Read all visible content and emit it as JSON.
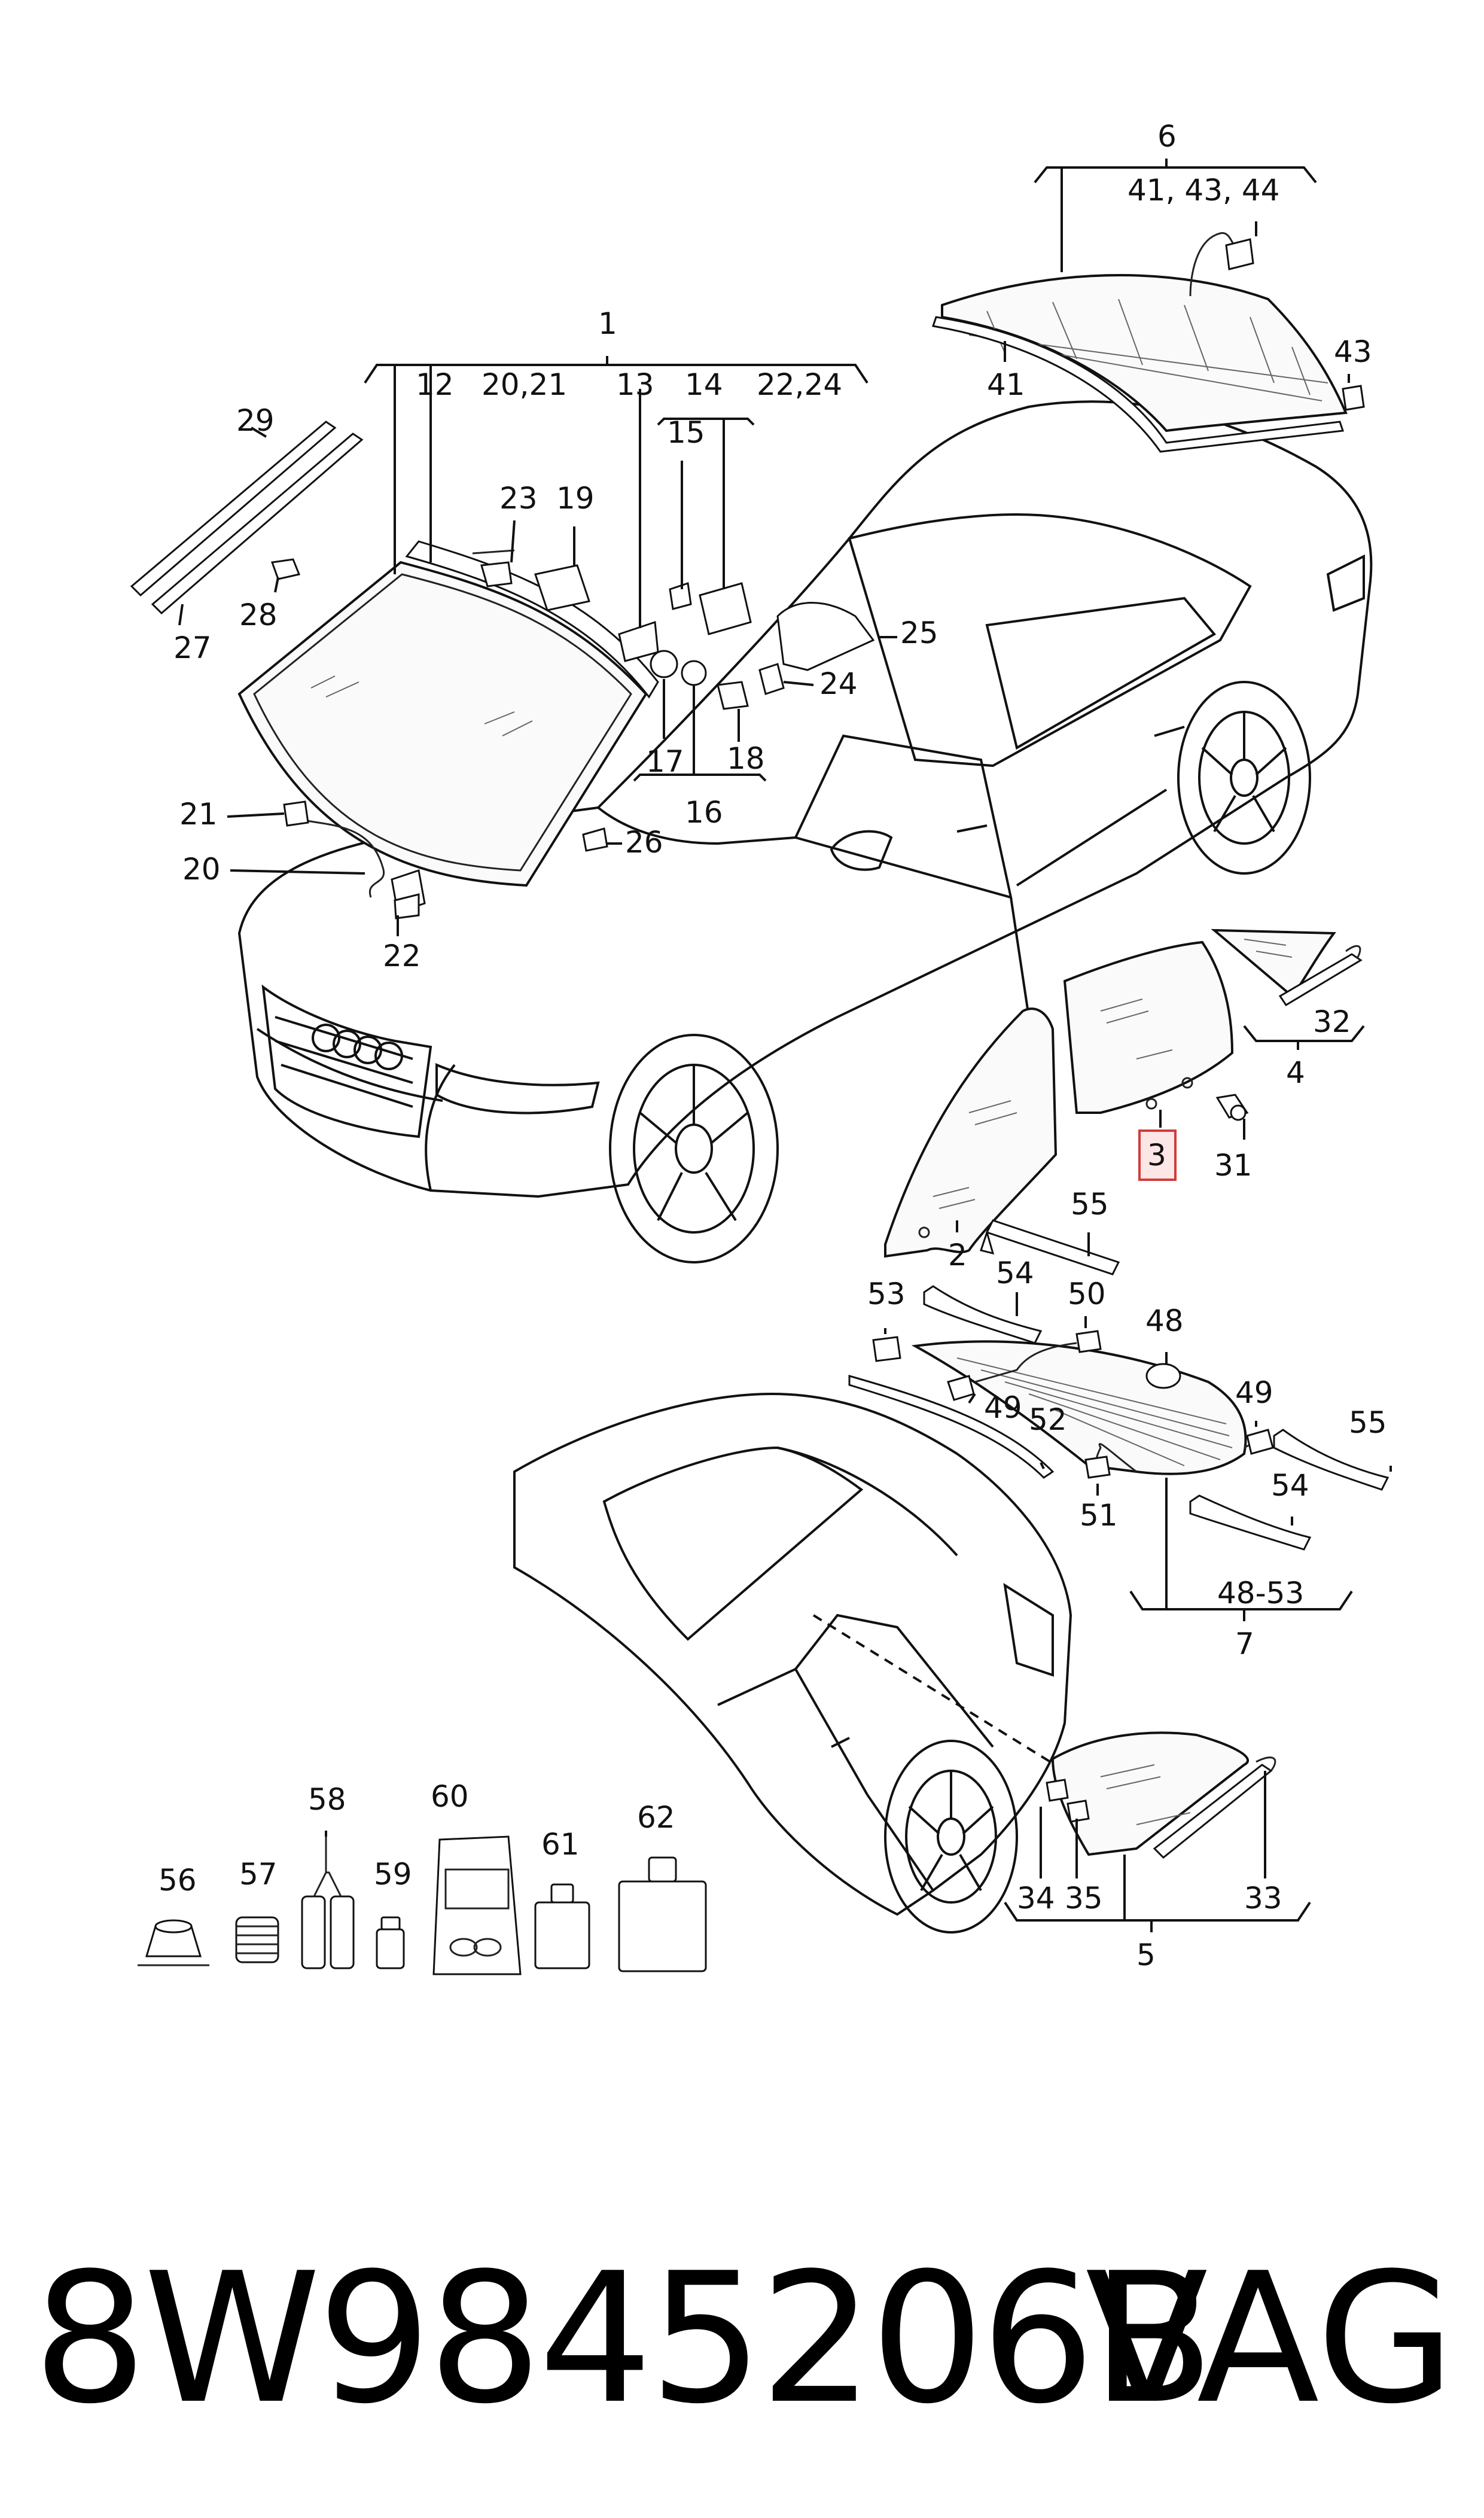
{
  "labels": {
    "l1": "1",
    "l2": "2",
    "l3": "3",
    "l4": "4",
    "l5": "5",
    "l6": "6",
    "l7": "7",
    "l12": "12",
    "l13": "13",
    "l14": "14",
    "l15": "15",
    "l16": "16",
    "l17": "17",
    "l18": "18",
    "l19": "19",
    "l20": "20",
    "l2021": "20,21",
    "l21": "21",
    "l22": "22",
    "l2224": "22,24",
    "l23": "23",
    "l24": "24",
    "l25": "25",
    "l26": "26",
    "l27": "27",
    "l28": "28",
    "l29": "29",
    "l31": "31",
    "l32": "32",
    "l33": "33",
    "l34": "34",
    "l35": "35",
    "l41a": "41",
    "l41b": "41, 43, 44",
    "l43": "43",
    "l48": "48",
    "l4853": "48-53",
    "l49a": "49",
    "l49b": "49",
    "l50": "50",
    "l51": "51",
    "l52": "52",
    "l53": "53",
    "l54a": "54",
    "l54b": "54",
    "l55a": "55",
    "l55b": "55",
    "l56": "56",
    "l57": "57",
    "l58": "58",
    "l59": "59",
    "l60": "60",
    "l61": "61",
    "l62": "62"
  },
  "highlighted_label": "3",
  "footer": {
    "part_number": "8W9845206B",
    "brand": "VAG"
  },
  "colors": {
    "line": "#111111",
    "highlight_fill": "#fde6e6",
    "highlight_stroke": "#d23b3b"
  }
}
